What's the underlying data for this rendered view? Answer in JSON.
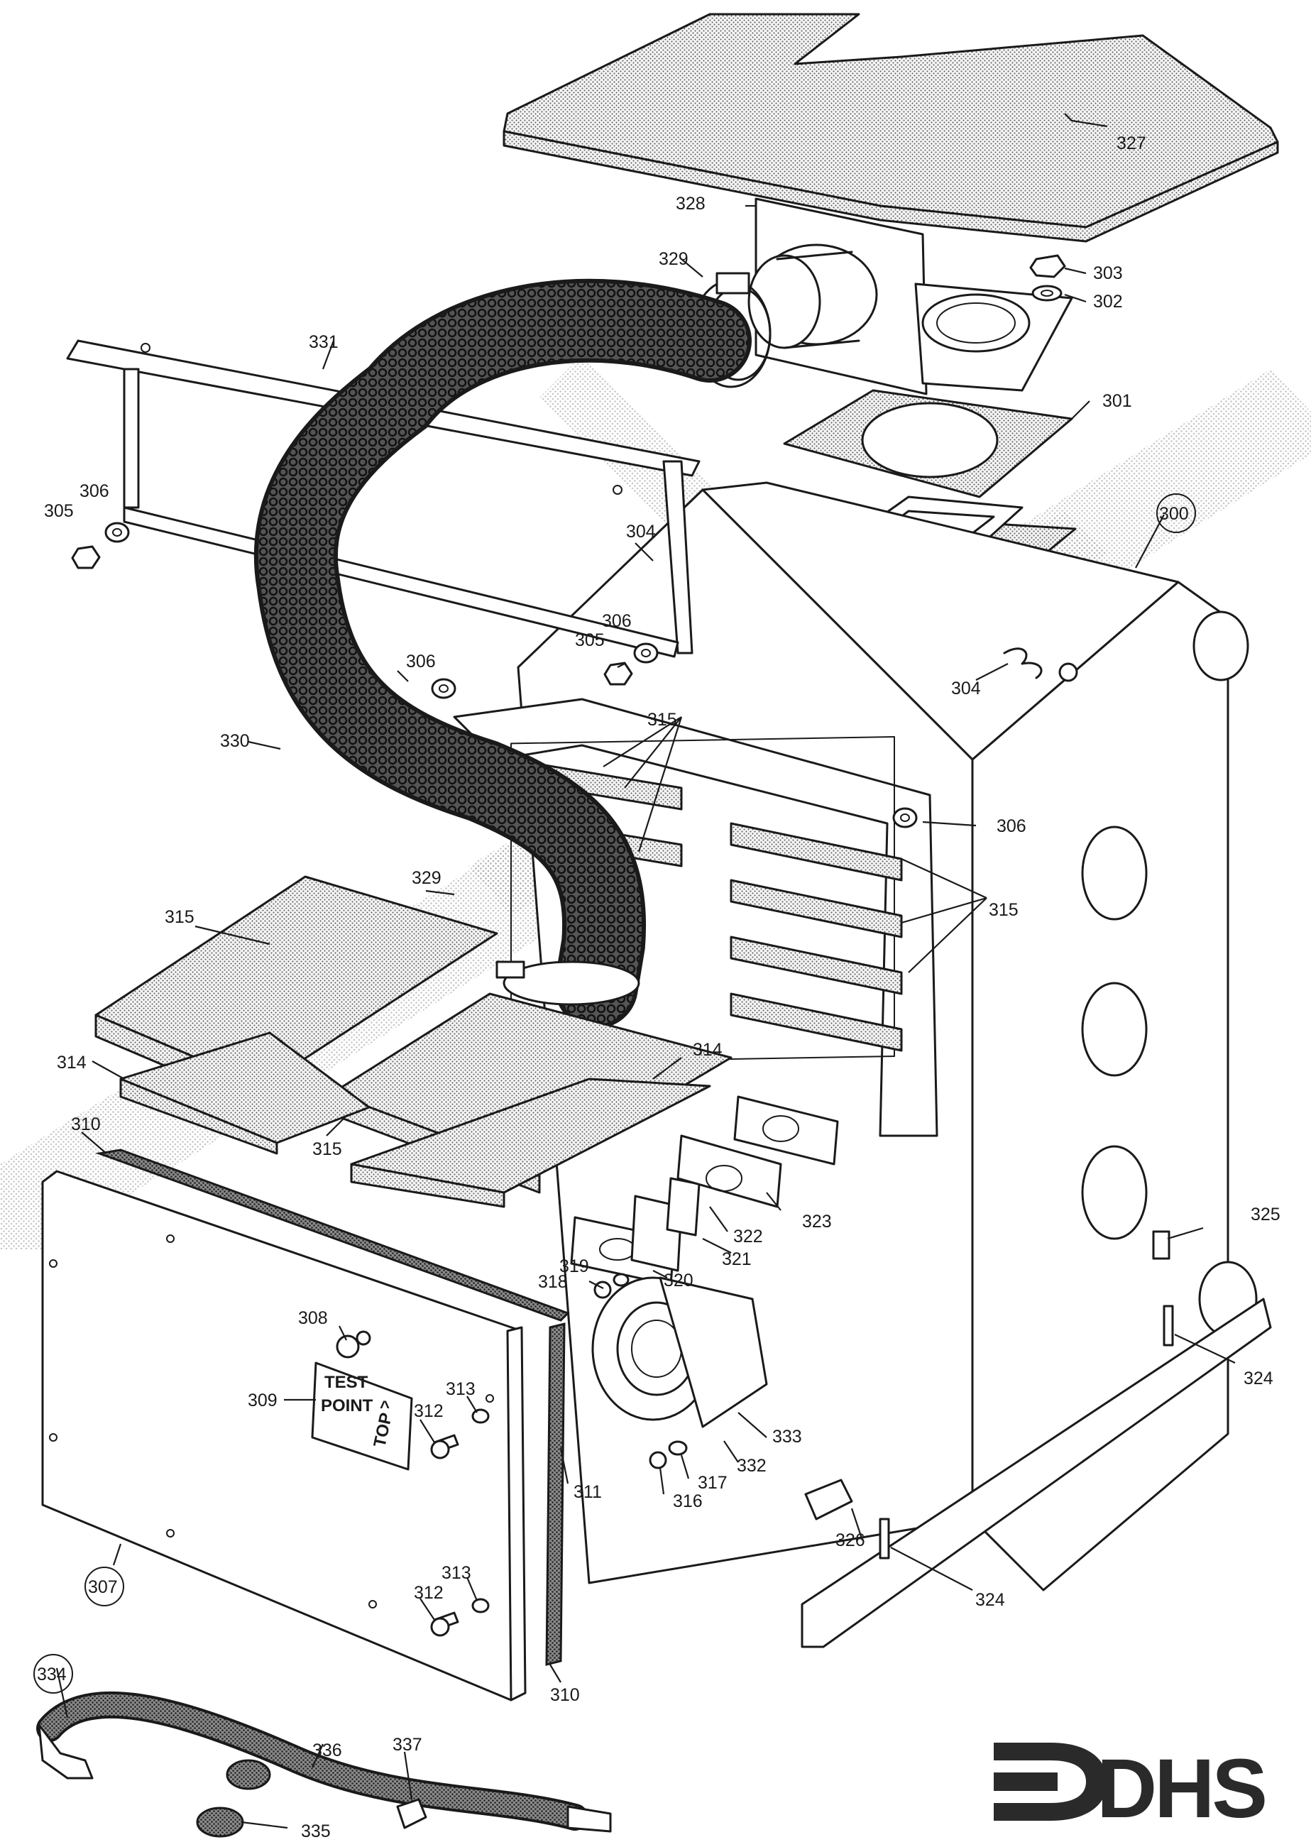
{
  "diagram": {
    "parts": [
      {
        "id": "300",
        "circled": true
      },
      {
        "id": "301"
      },
      {
        "id": "302"
      },
      {
        "id": "303"
      },
      {
        "id": "304"
      },
      {
        "id": "304b",
        "text": "304"
      },
      {
        "id": "305"
      },
      {
        "id": "305b",
        "text": "305"
      },
      {
        "id": "306"
      },
      {
        "id": "306b",
        "text": "306"
      },
      {
        "id": "306c",
        "text": "306"
      },
      {
        "id": "306d",
        "text": "306"
      },
      {
        "id": "307",
        "circled": true
      },
      {
        "id": "308"
      },
      {
        "id": "309"
      },
      {
        "id": "310"
      },
      {
        "id": "310b",
        "text": "310"
      },
      {
        "id": "311"
      },
      {
        "id": "312"
      },
      {
        "id": "312b",
        "text": "312"
      },
      {
        "id": "313"
      },
      {
        "id": "313b",
        "text": "313"
      },
      {
        "id": "314"
      },
      {
        "id": "314b",
        "text": "314"
      },
      {
        "id": "315"
      },
      {
        "id": "315b",
        "text": "315"
      },
      {
        "id": "315c",
        "text": "315"
      },
      {
        "id": "315d",
        "text": "315"
      },
      {
        "id": "316"
      },
      {
        "id": "317"
      },
      {
        "id": "318"
      },
      {
        "id": "319"
      },
      {
        "id": "320"
      },
      {
        "id": "321"
      },
      {
        "id": "322"
      },
      {
        "id": "323"
      },
      {
        "id": "324"
      },
      {
        "id": "324b",
        "text": "324"
      },
      {
        "id": "325"
      },
      {
        "id": "326"
      },
      {
        "id": "327"
      },
      {
        "id": "328"
      },
      {
        "id": "329"
      },
      {
        "id": "329b",
        "text": "329"
      },
      {
        "id": "330"
      },
      {
        "id": "331"
      },
      {
        "id": "332"
      },
      {
        "id": "333"
      },
      {
        "id": "334",
        "circled": true
      },
      {
        "id": "335"
      },
      {
        "id": "336"
      },
      {
        "id": "337"
      }
    ],
    "panel_label": {
      "line1": "TEST",
      "line2": "POINT",
      "arrow": "^",
      "side": "TOP"
    }
  },
  "brand": {
    "name": "DHS",
    "logo_icon": "dhs-hook-logo-icon",
    "color": "#2a2a2a"
  },
  "colors": {
    "ink": "#1a1a1a",
    "watermark": "#b8b8b8"
  }
}
